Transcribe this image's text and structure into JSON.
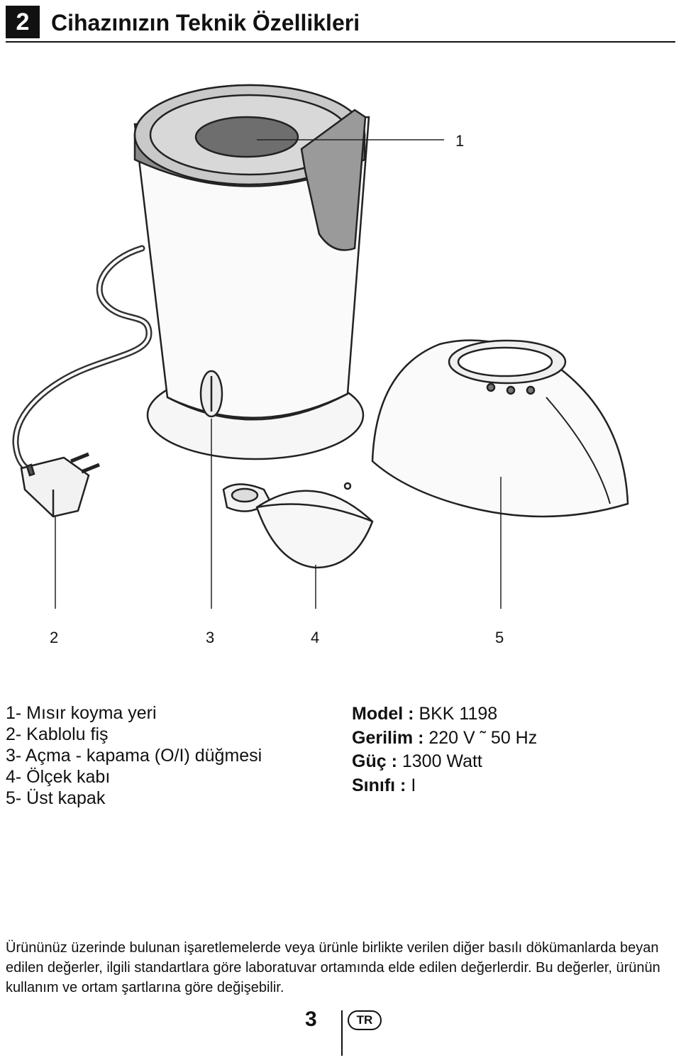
{
  "header": {
    "section_number": "2",
    "title": "Cihazınızın Teknik Özellikleri"
  },
  "callouts": [
    "1",
    "2",
    "3",
    "4",
    "5"
  ],
  "parts": [
    "1- Mısır koyma yeri",
    "2- Kablolu fiş",
    "3- Açma - kapama (O/I) düğmesi",
    "4- Ölçek kabı",
    "5- Üst kapak"
  ],
  "specs": [
    {
      "label": "Model :",
      "value": " BKK 1198"
    },
    {
      "label": "Gerilim :",
      "value": " 220 V ˜ 50 Hz"
    },
    {
      "label": "Güç :",
      "value": " 1300 Watt"
    },
    {
      "label": "Sınıfı :",
      "value": " I"
    }
  ],
  "note": "Ürününüz üzerinde bulunan işaretlemelerde veya ürünle birlikte verilen diğer basılı dökümanlarda beyan edilen değerler, ilgili standartlara göre laboratuvar ortamında elde edilen değerlerdir. Bu değerler, ürünün kullanım ve ortam şartlarına göre değişebilir.",
  "footer": {
    "page_number": "3",
    "language": "TR"
  }
}
